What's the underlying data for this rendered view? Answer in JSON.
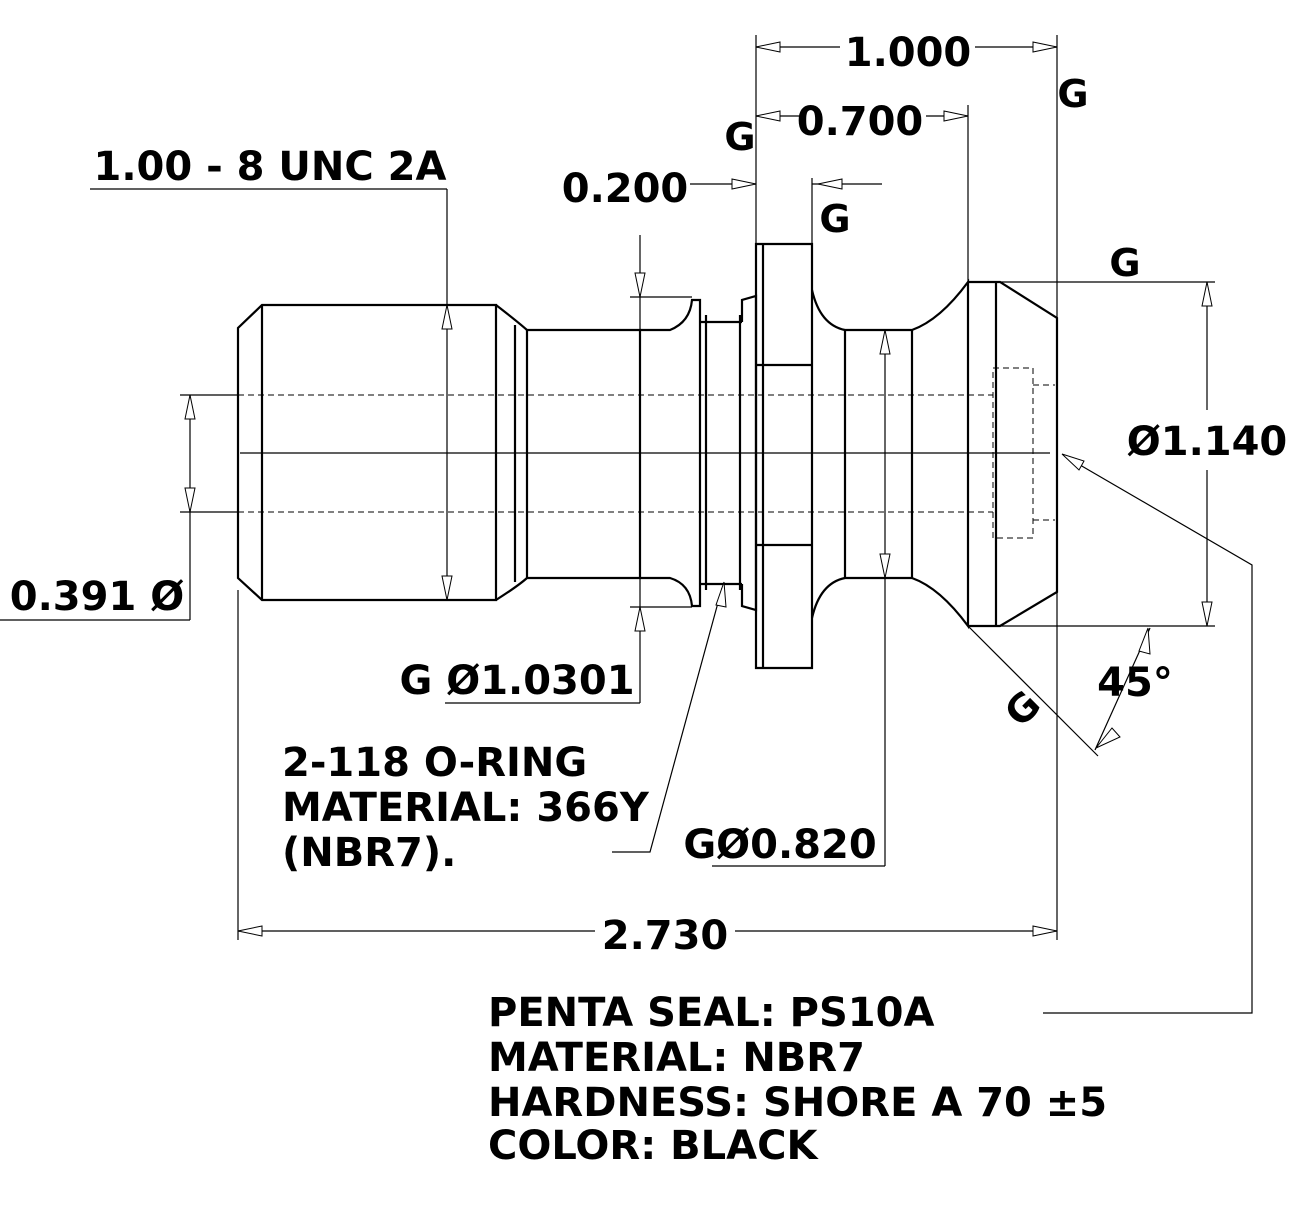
{
  "dimensions": {
    "thread": "1.00 - 8 UNC 2A",
    "length_1000": "1.000",
    "length_0700": "0.700",
    "length_0200": "0.200",
    "dia_1140": "Ø1.140",
    "bore_0391": "0.391 Ø",
    "dia_10301": "G Ø1.0301",
    "dia_0820": "GØ0.820",
    "overall_length": "2.730",
    "chamfer_angle": "45°"
  },
  "gdt_marks": {
    "g_top_right": "G",
    "g_left_of_0700": "G",
    "g_below_0200": "G",
    "g_head": "G",
    "g_chamfer": "G"
  },
  "notes": {
    "oring": [
      "2-118 O-RING",
      "MATERIAL: 366Y",
      "(NBR7)."
    ],
    "penta_seal": [
      "PENTA SEAL: PS10A",
      "MATERIAL: NBR7",
      "HARDNESS: SHORE A 70 ±5",
      "COLOR: BLACK"
    ]
  }
}
